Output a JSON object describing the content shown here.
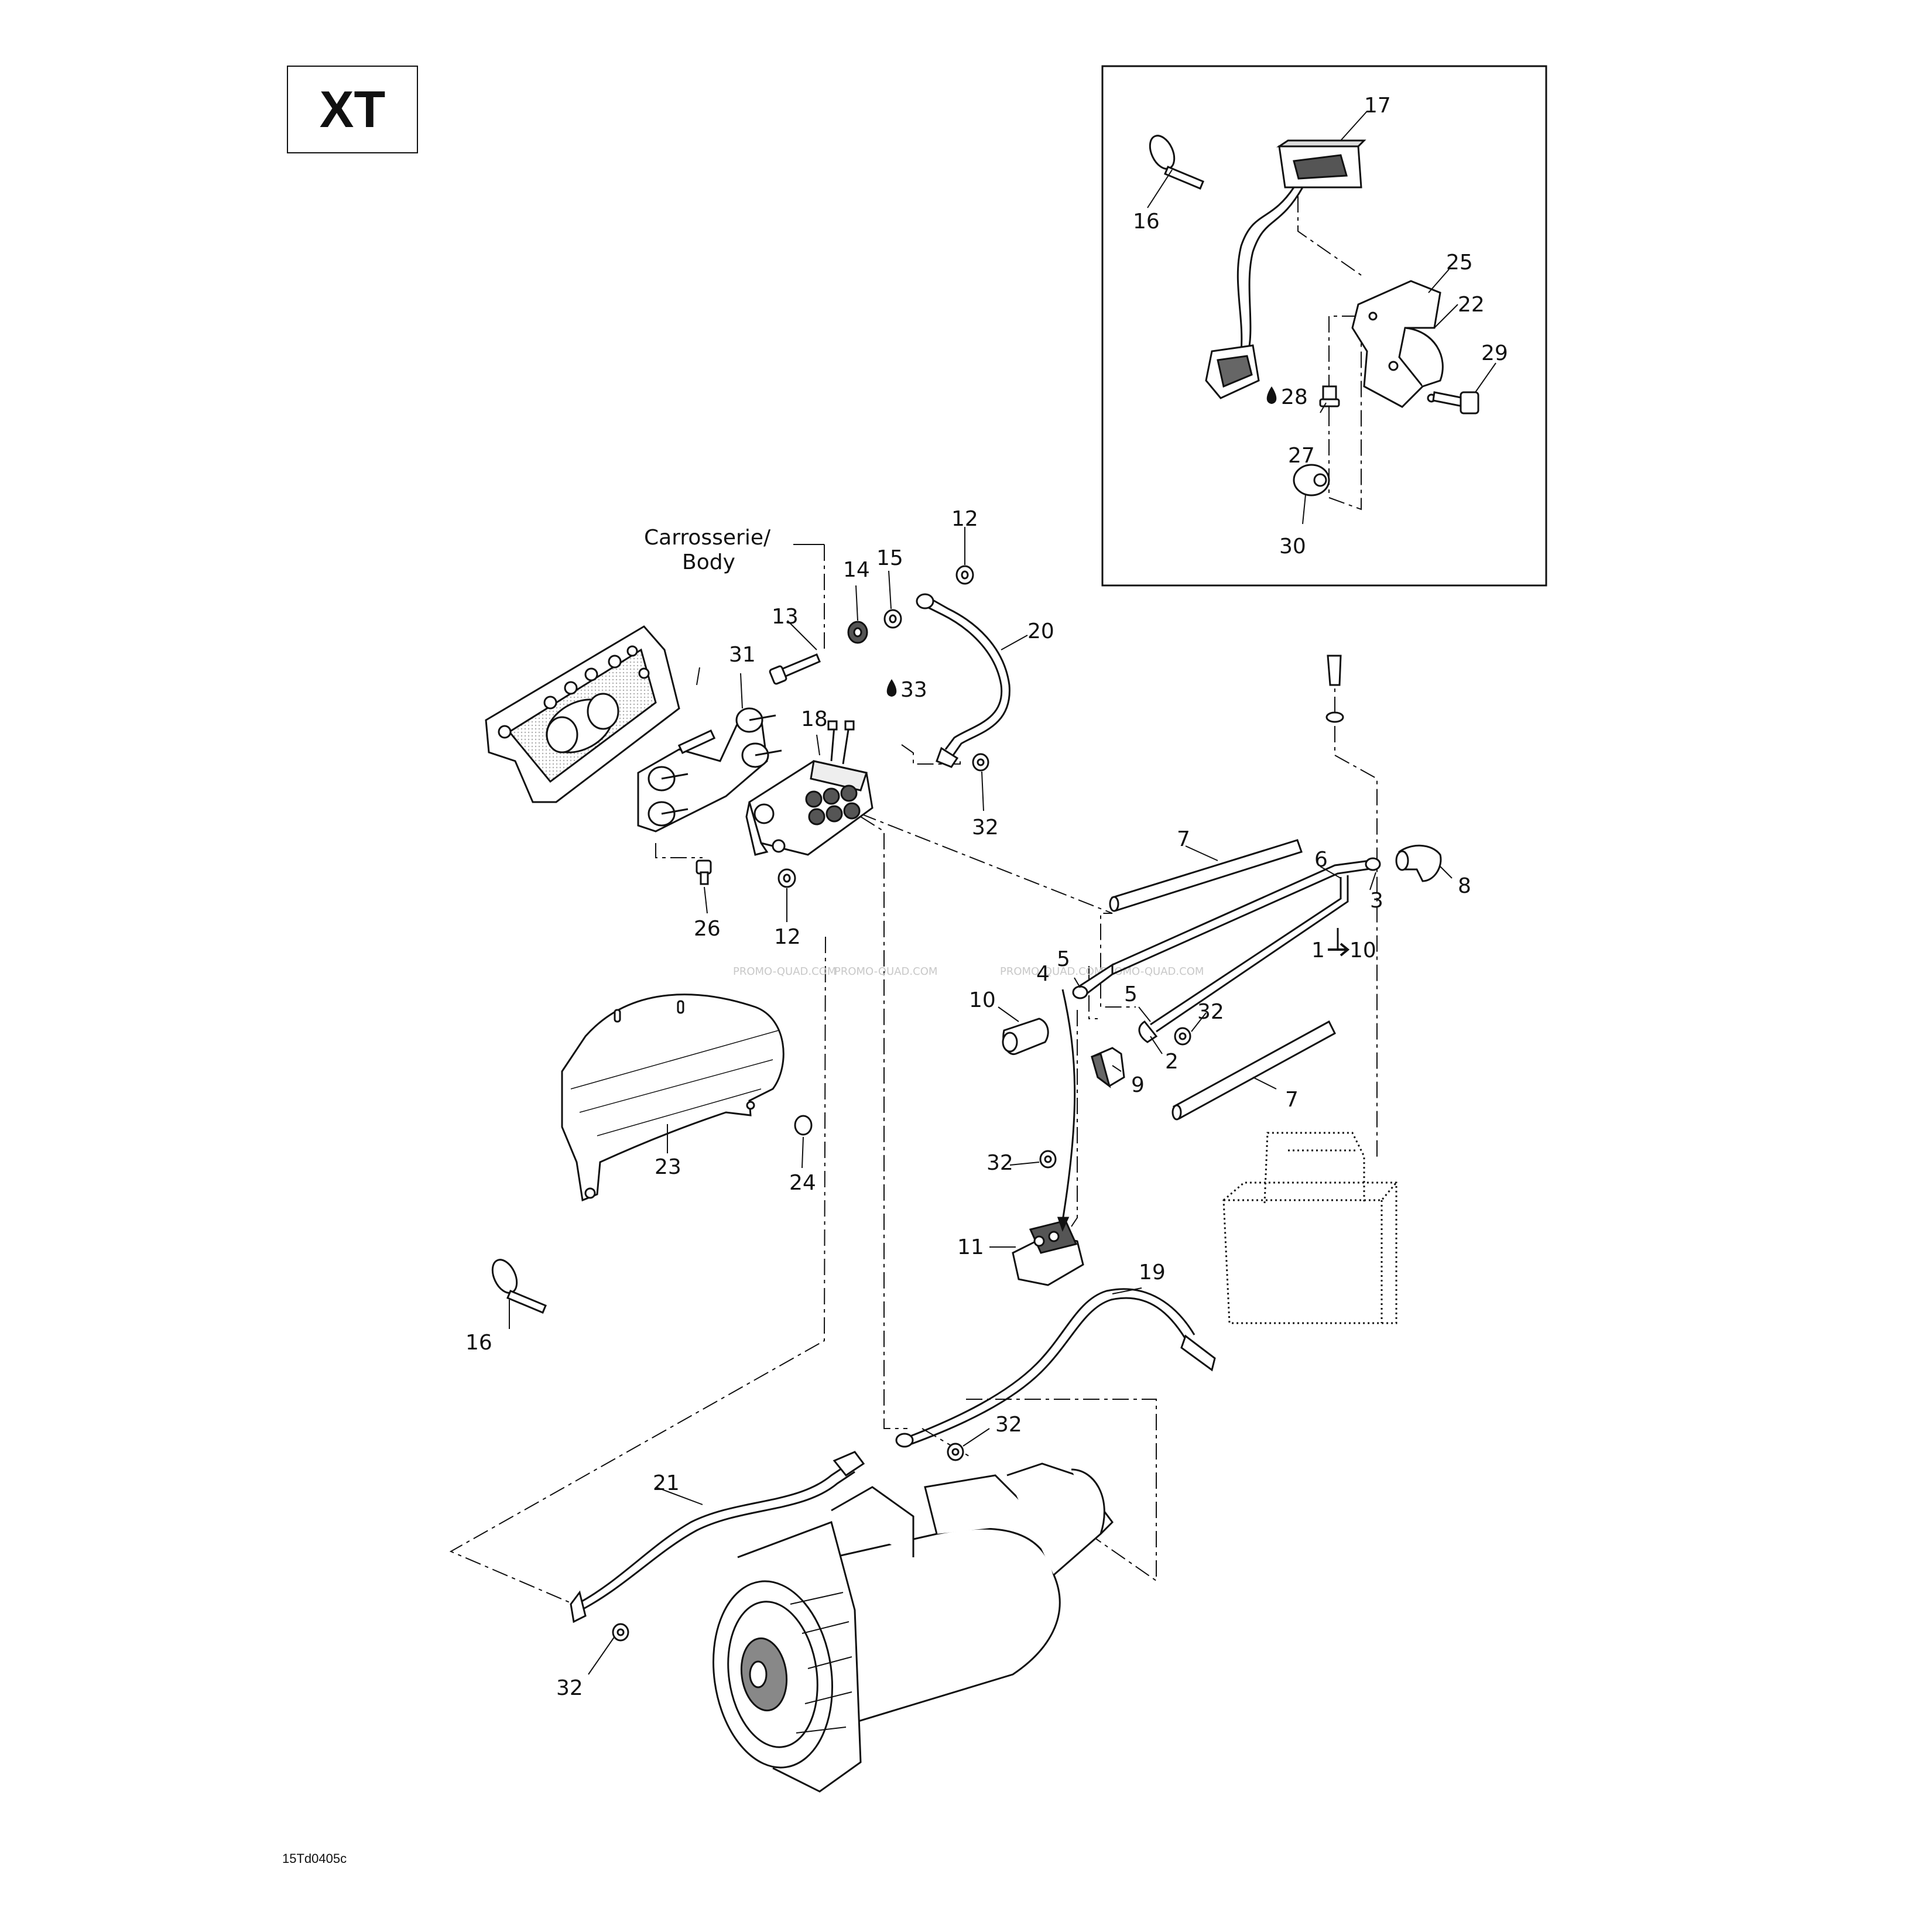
{
  "model_label": "XT",
  "footer_code": "15Td0405c",
  "body_note": [
    "Carrosserie/",
    "Body"
  ],
  "watermark": "PROMO-QUAD.COM",
  "callouts": {
    "c1": "1",
    "c2": "2",
    "c3": "3",
    "c4": "4",
    "c5a": "5",
    "c5b": "5",
    "c6": "6",
    "c7a": "7",
    "c7b": "7",
    "c8": "8",
    "c9": "9",
    "c10": "10",
    "c1to10": "10",
    "c11": "11",
    "c12a": "12",
    "c12b": "12",
    "c13": "13",
    "c14": "14",
    "c15": "15",
    "c16a": "16",
    "c16b": "16",
    "c17": "17",
    "c18": "18",
    "c19": "19",
    "c20": "20",
    "c21": "21",
    "c22": "22",
    "c23": "23",
    "c24": "24",
    "c25": "25",
    "c26": "26",
    "c27": "27",
    "c28": "28",
    "c29": "29",
    "c30": "30",
    "c31": "31",
    "c32a": "32",
    "c32b": "32",
    "c32c": "32",
    "c32d": "32",
    "c32e": "32",
    "c33": "33"
  },
  "colors": {
    "line": "#111111",
    "fill": "#ffffff",
    "shade": "#d9d9d9",
    "watermark": "#c8c8c8"
  }
}
